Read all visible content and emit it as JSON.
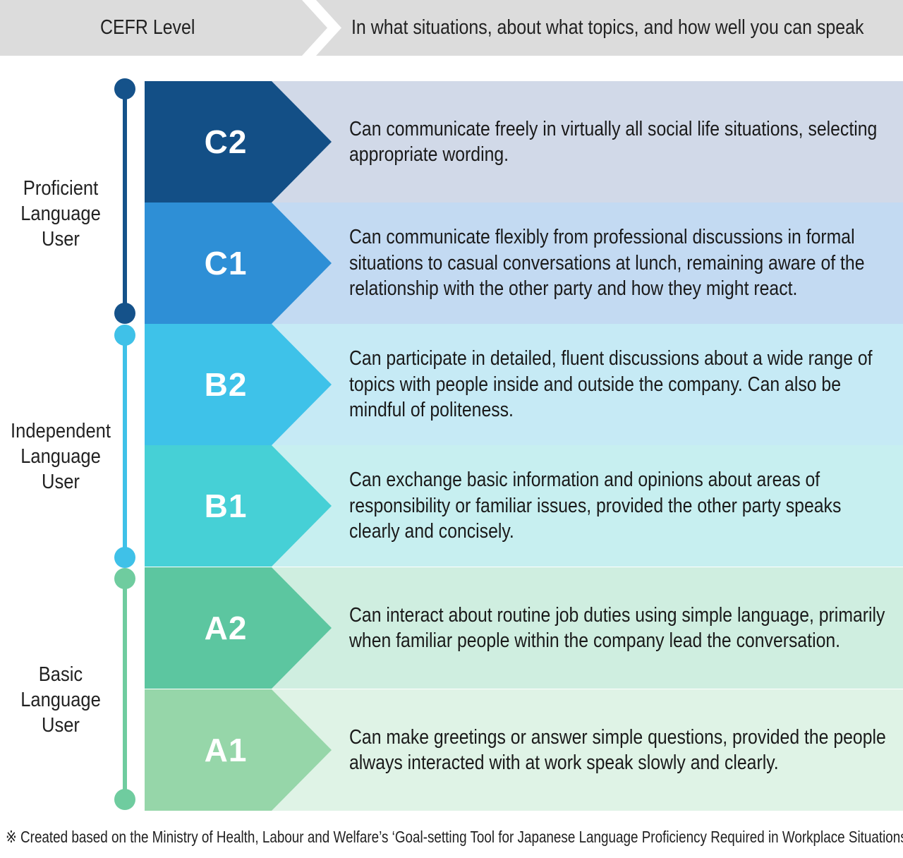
{
  "header": {
    "left_label": "CEFR Level",
    "right_label": "In what situations, about what topics, and how well you can speak"
  },
  "groups": [
    {
      "label_lines": [
        "Proficient",
        "Language",
        "User"
      ],
      "color": "#15528a"
    },
    {
      "label_lines": [
        "Independent",
        "Language",
        "User"
      ],
      "color": "#3fc1e8"
    },
    {
      "label_lines": [
        "Basic",
        "Language",
        "User"
      ],
      "color": "#6fcc9f"
    }
  ],
  "levels": [
    {
      "code": "C2",
      "description": "Can communicate freely in virtually all social life situations, selecting appropriate wording.",
      "arrow_color": "#134f86",
      "row_color": "#d1d9e8"
    },
    {
      "code": "C1",
      "description": "Can communicate flexibly from professional discussions in formal situations to casual conversations at lunch, remaining aware of the relationship with the other party and how they might react.",
      "arrow_color": "#2e8fd6",
      "row_color": "#c3daf2"
    },
    {
      "code": "B2",
      "description": "Can participate in detailed, fluent discussions about a wide range of topics with people inside and outside the company. Can also be mindful of politeness.",
      "arrow_color": "#3ec2e9",
      "row_color": "#c6eaf5"
    },
    {
      "code": "B1",
      "description": "Can exchange basic information and opinions about areas of responsibility or familiar issues, provided the other party speaks clearly and concisely.",
      "arrow_color": "#46d0d6",
      "row_color": "#c7eff0"
    },
    {
      "code": "A2",
      "description": "Can interact about routine job duties using simple language, primarily when familiar people within the company lead the conversation.",
      "arrow_color": "#5cc6a0",
      "row_color": "#cfeee0"
    },
    {
      "code": "A1",
      "description": "Can make greetings or answer simple questions, provided the people always interacted with at work speak slowly and clearly.",
      "arrow_color": "#96d6a9",
      "row_color": "#dff3e6"
    }
  ],
  "footnote": "※ Created based on the Ministry of Health, Labour and Welfare’s ‘Goal-setting Tool for Japanese Language Proficiency Required in Workplace Situations"
}
